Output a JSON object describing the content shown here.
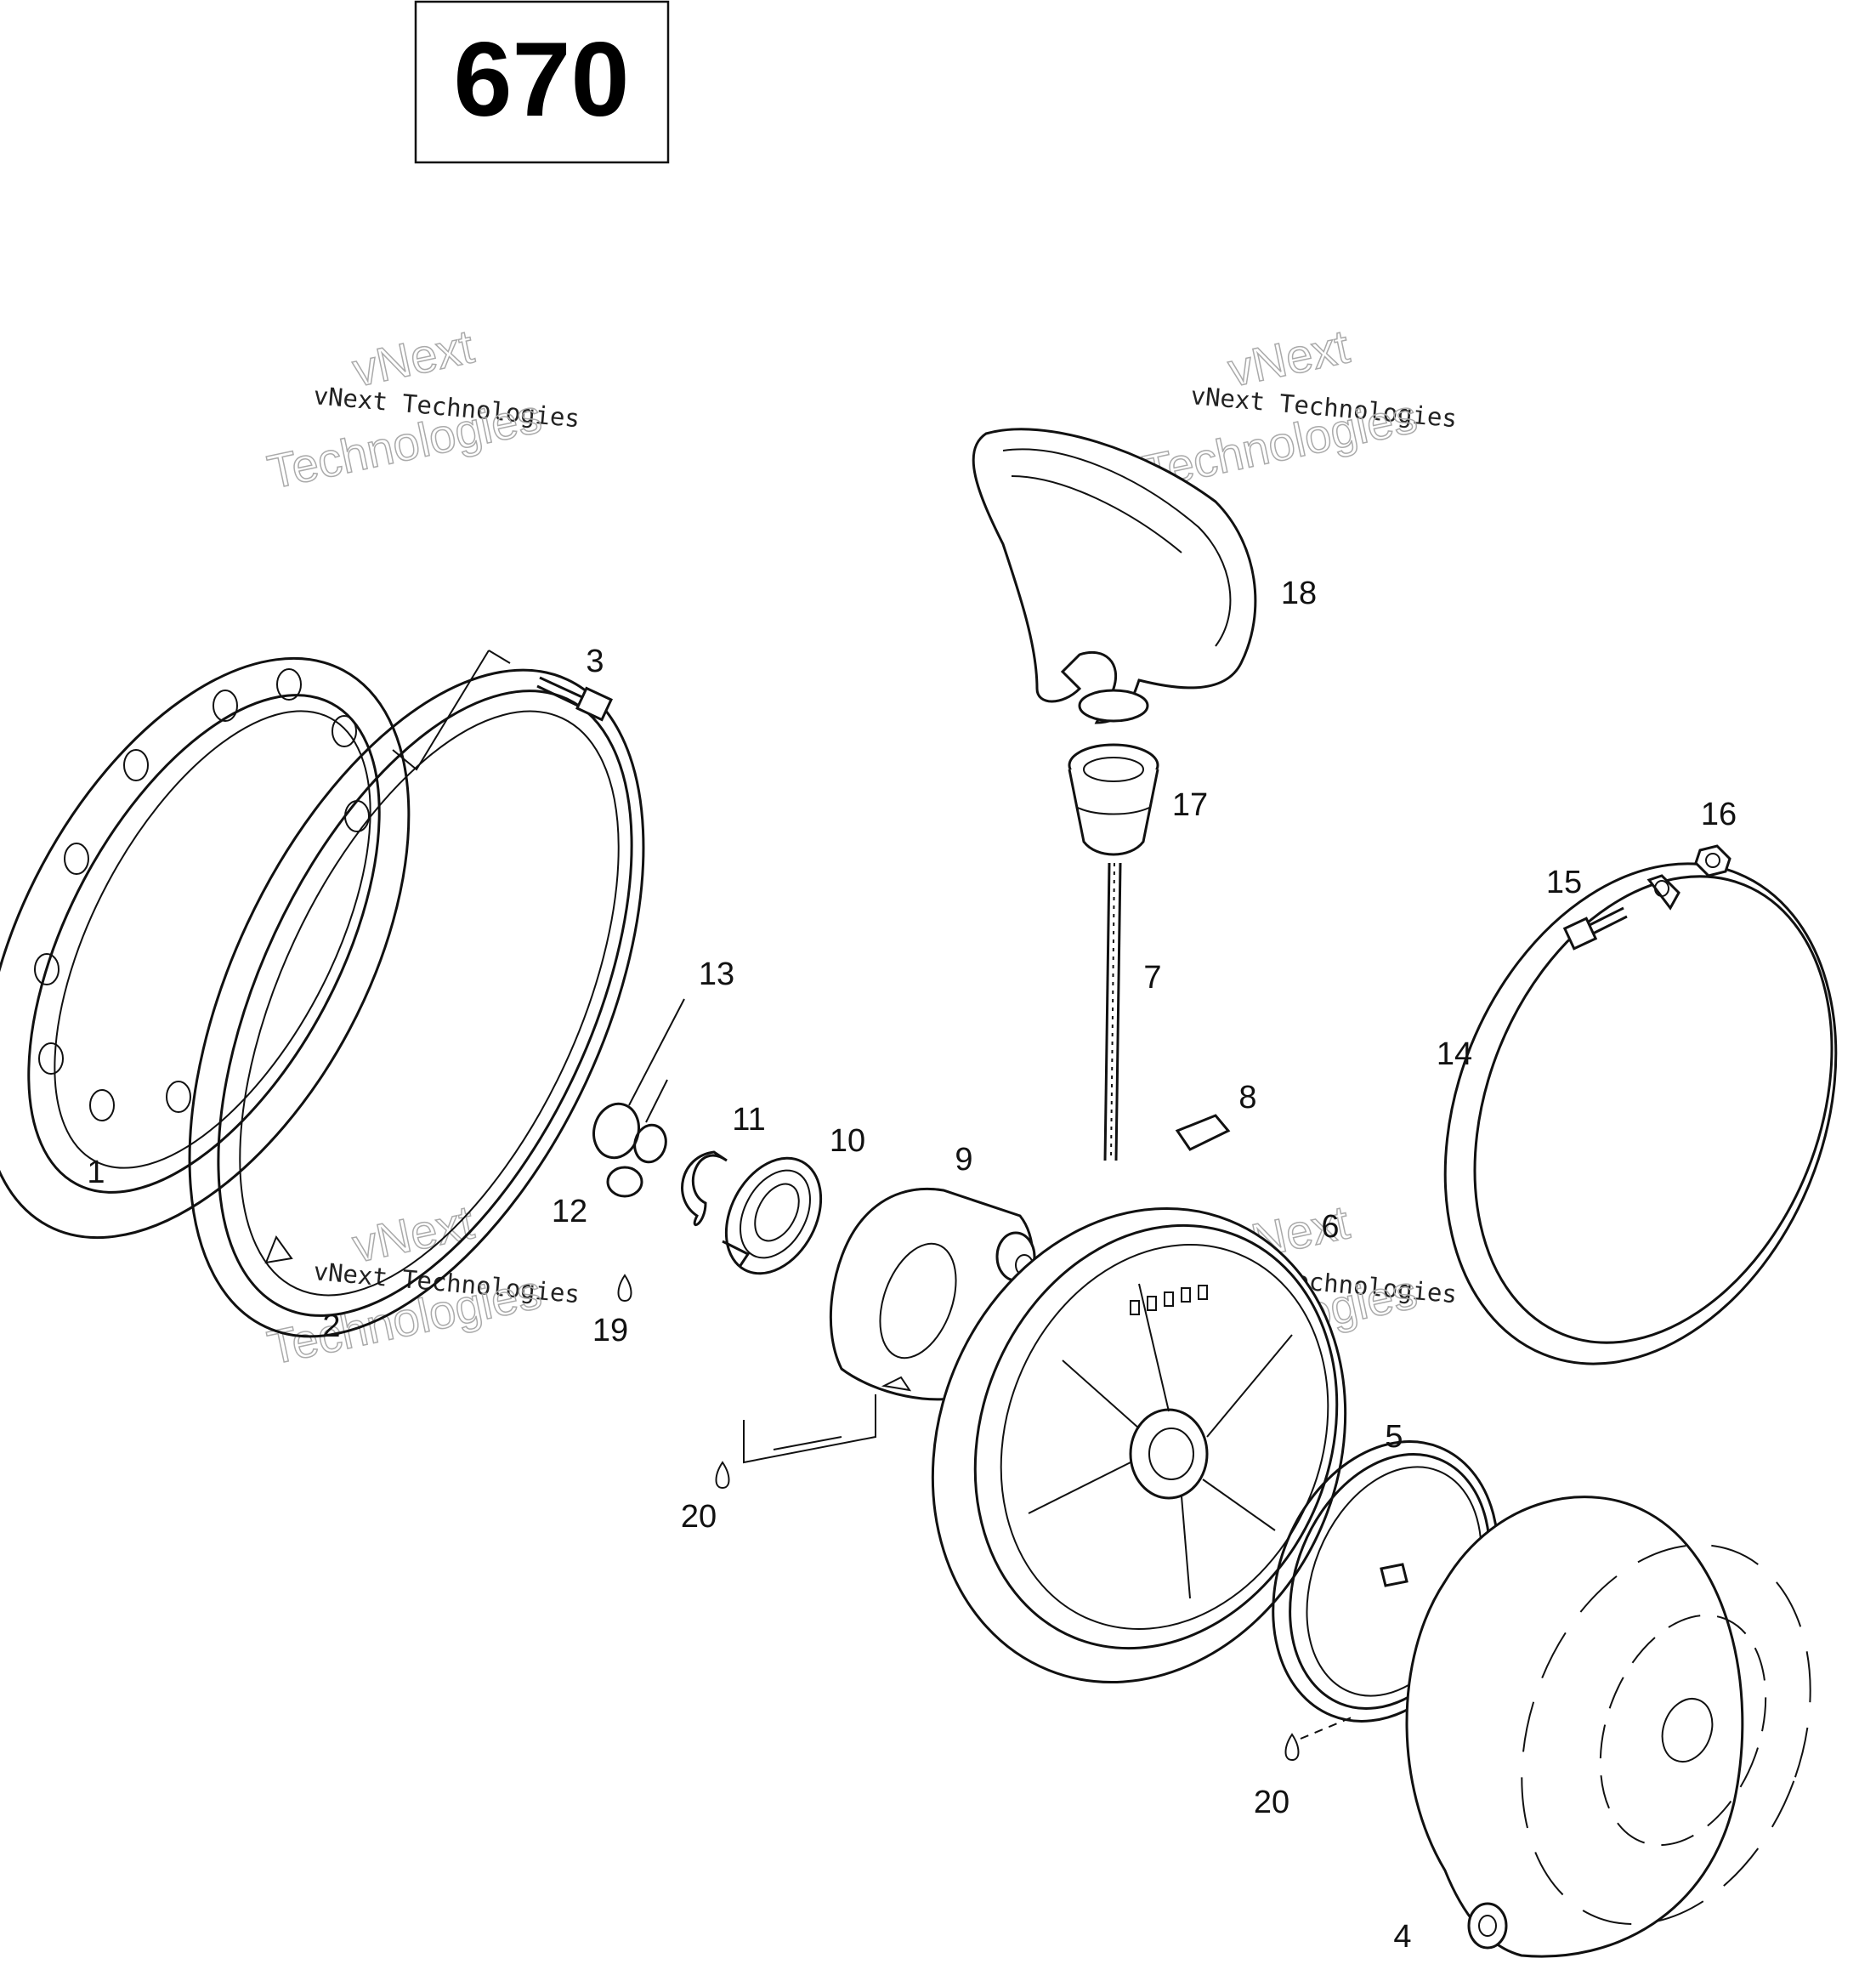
{
  "model_number": "670",
  "watermark": {
    "line1": "vNext Technologies",
    "line2": "vNext",
    "line3": "Technologies"
  },
  "part_labels": [
    "1",
    "2",
    "3",
    "4",
    "5",
    "6",
    "7",
    "8",
    "9",
    "10",
    "11",
    "12",
    "13",
    "14",
    "15",
    "16",
    "17",
    "18",
    "19",
    "20",
    "20"
  ],
  "icons": {
    "grease_drop": "grease-drop-icon"
  }
}
